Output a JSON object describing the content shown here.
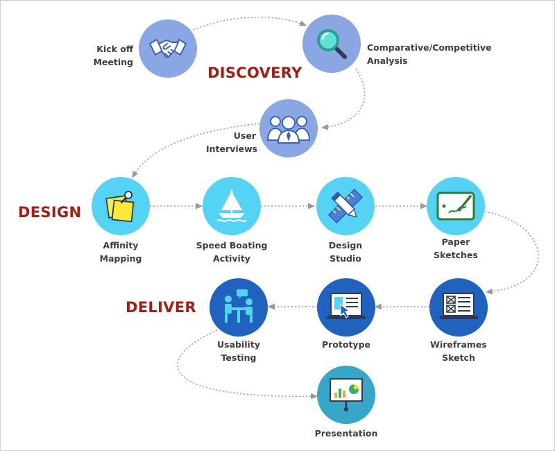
{
  "phases": {
    "discovery": "DISCOVERY",
    "design": "DESIGN",
    "deliver": "DELIVER"
  },
  "colors": {
    "phase_text": "#a31f14",
    "discovery_circle": "#8aa7e4",
    "design_circle": "#55d3f5",
    "deliver_circle": "#1f63be",
    "presentation_circle": "#38a6c7",
    "connector": "#9a9a9a",
    "label_text": "#3e3e3e"
  },
  "steps": {
    "kickoff": {
      "line1": "Kick off",
      "line2": "Meeting",
      "icon": "handshake-icon"
    },
    "comparative": {
      "line1": "Comparative/Competitive",
      "line2": "Analysis",
      "icon": "magnifier-icon"
    },
    "interviews": {
      "line1": "User",
      "line2": "Interviews",
      "icon": "users-group-icon"
    },
    "affinity": {
      "line1": "Affinity",
      "line2": "Mapping",
      "icon": "sticky-notes-icon"
    },
    "speedboat": {
      "line1": "Speed Boating",
      "line2": "Activity",
      "icon": "sailboat-icon"
    },
    "studio": {
      "line1": "Design",
      "line2": "Studio",
      "icon": "pencil-ruler-icon"
    },
    "paper": {
      "line1": "Paper",
      "line2": "Sketches",
      "icon": "sketch-tablet-icon"
    },
    "wireframes": {
      "line1": "Wireframes",
      "line2": "Sketch",
      "icon": "wireframe-laptop-icon"
    },
    "prototype": {
      "line1": "Prototype",
      "icon": "prototype-laptop-icon"
    },
    "usability": {
      "line1": "Usability",
      "line2": "Testing",
      "icon": "usability-testing-icon"
    },
    "presentation": {
      "line1": "Presentation",
      "icon": "presentation-board-icon"
    }
  }
}
